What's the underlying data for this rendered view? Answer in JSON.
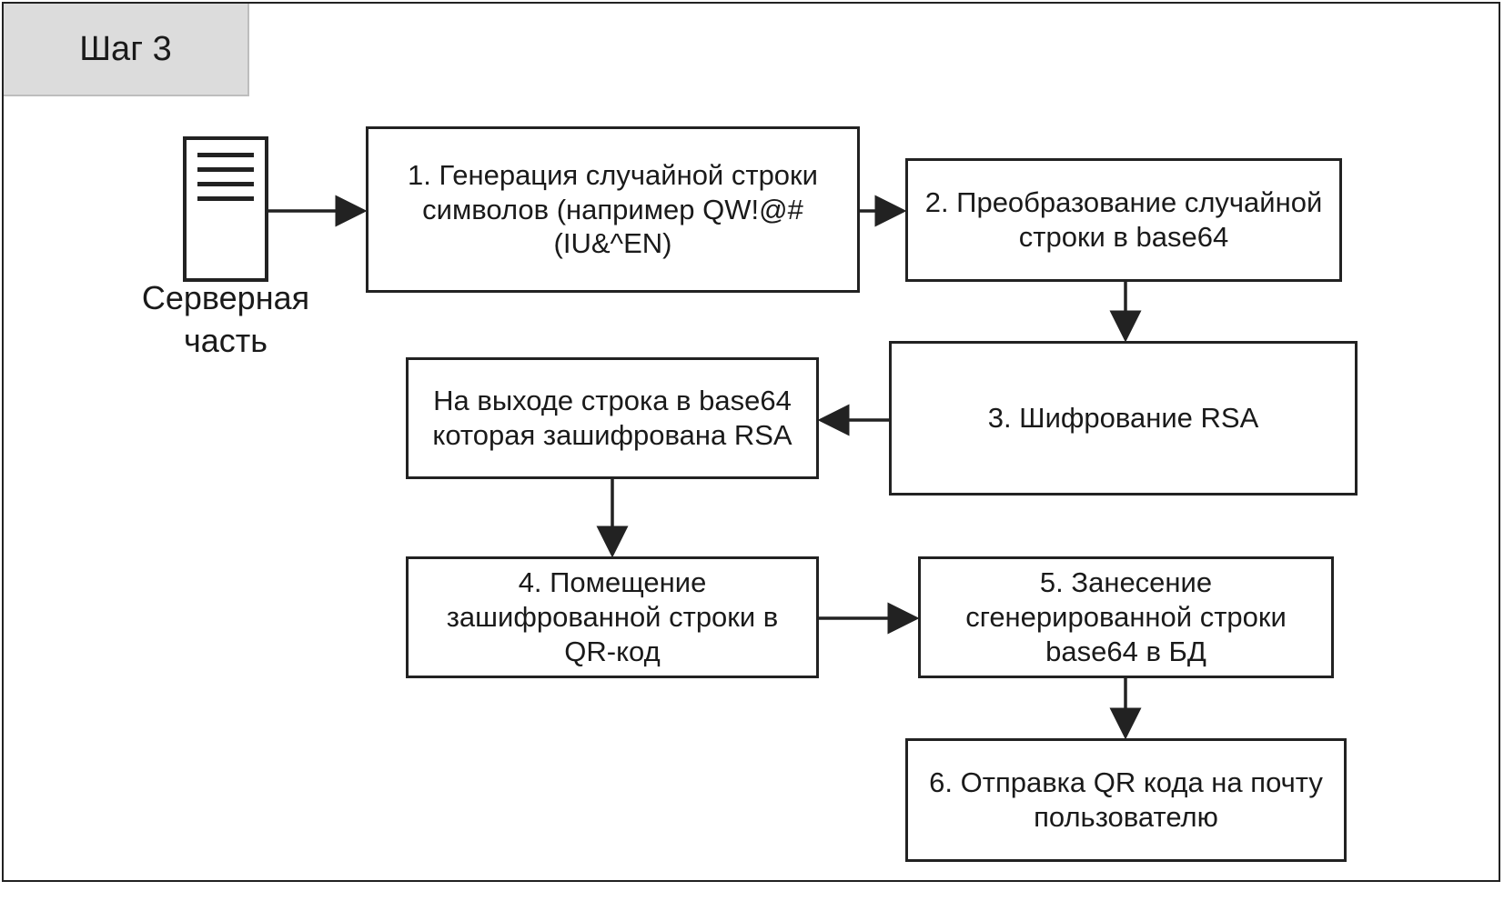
{
  "step_label": "Шаг 3",
  "server": {
    "icon": "server-icon",
    "label": "Серверная часть"
  },
  "steps": {
    "step1": "1. Генерация случайной строки символов (например QW!@#(IU&^EN)",
    "step2": "2. Преобразование случайной строки в base64",
    "step3": "3. Шифрование RSA",
    "result": "На выходе строка в base64 которая зашифрована RSA",
    "step4": "4. Помещение зашифрованной строки в QR-код",
    "step5": "5. Занесение сгенерированной строки base64 в БД",
    "step6": "6. Отправка QR кода на почту пользователю"
  },
  "colors": {
    "stroke": "#222222",
    "tab_background": "#dcdcdc"
  }
}
